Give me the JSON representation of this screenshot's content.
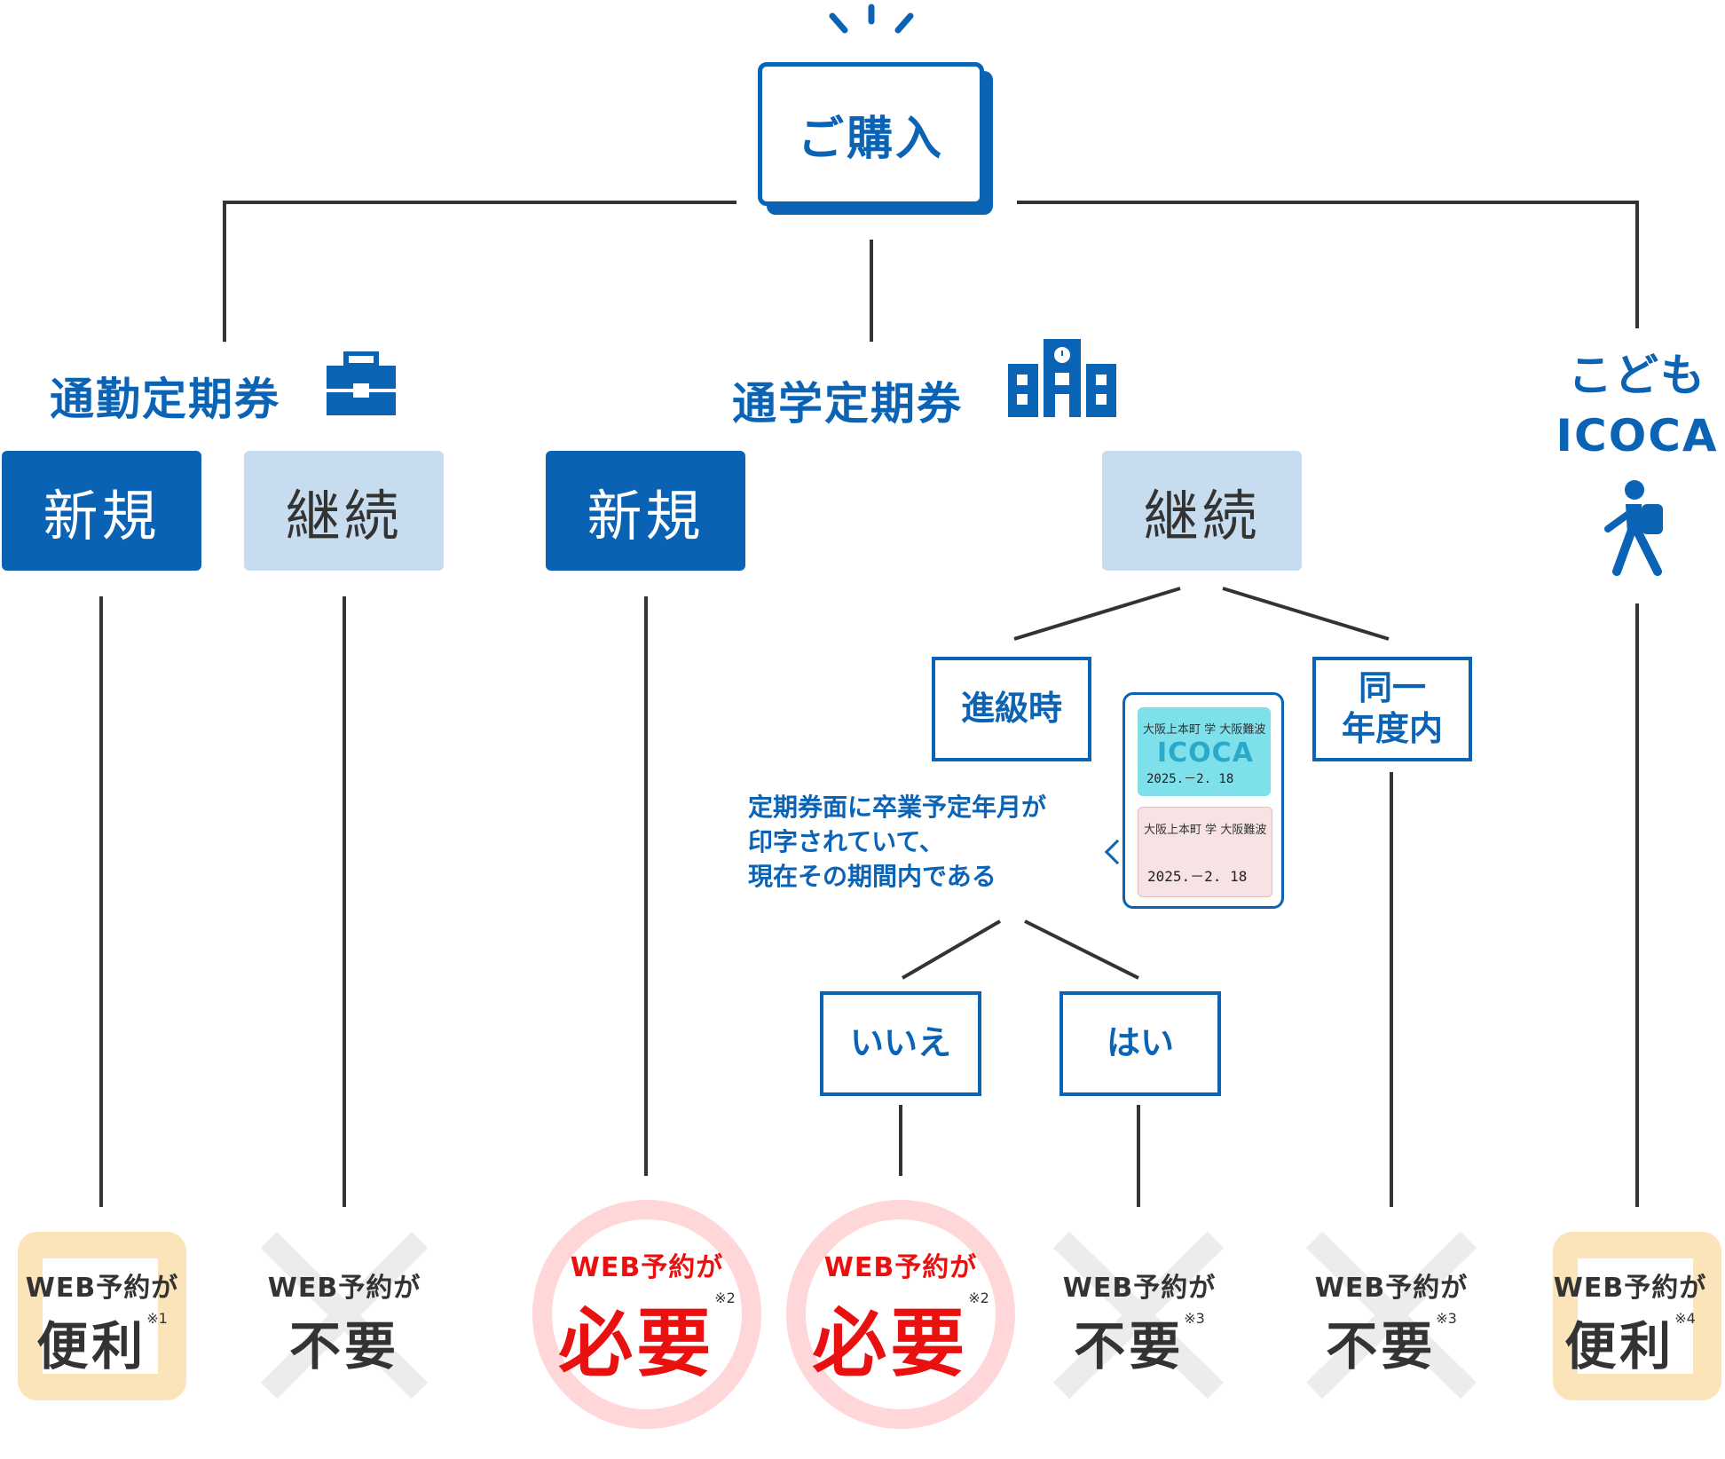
{
  "root": {
    "label": "ご購入"
  },
  "categories": {
    "commuter": {
      "label": "通勤定期券"
    },
    "student": {
      "label": "通学定期券"
    },
    "child": {
      "label_line1": "こども",
      "label_line2": "ICOCA"
    }
  },
  "buttons": {
    "commuter_new": "新規",
    "commuter_renew": "継続",
    "student_new": "新規",
    "student_renew": "継続"
  },
  "branches": {
    "grade_up": "進級時",
    "same_year_line1": "同一",
    "same_year_line2": "年度内"
  },
  "question": {
    "line1": "定期券面に卒業予定年月が",
    "line2": "印字されていて、",
    "line3": "現在その期間内である"
  },
  "answers": {
    "no": "いいえ",
    "yes": "はい"
  },
  "ticket": {
    "route_from": "大阪上本町",
    "route_type": "学",
    "route_to": "大阪難波",
    "brand": "ICOCA",
    "date": "2025.－2. 18"
  },
  "results": [
    {
      "small": "WEB予約が",
      "big": "便利",
      "note": "※1"
    },
    {
      "small": "WEB予約が",
      "big": "不要",
      "note": ""
    },
    {
      "small": "WEB予約が",
      "big": "必要",
      "note": "※2"
    },
    {
      "small": "WEB予約が",
      "big": "必要",
      "note": "※2"
    },
    {
      "small": "WEB予約が",
      "big": "不要",
      "note": "※3"
    },
    {
      "small": "WEB予約が",
      "big": "不要",
      "note": "※3"
    },
    {
      "small": "WEB予約が",
      "big": "便利",
      "note": "※4"
    }
  ],
  "colors": {
    "primary": "#0b63b5",
    "light_button": "#c7dcef",
    "line": "#333333",
    "required": "#e8110f",
    "required_ring": "#ffd7d9",
    "convenient_bg": "#fbe4b9",
    "cross": "#ececec"
  },
  "icons": [
    "attention-burst-icon",
    "briefcase-icon",
    "school-building-icon",
    "walking-child-icon"
  ]
}
